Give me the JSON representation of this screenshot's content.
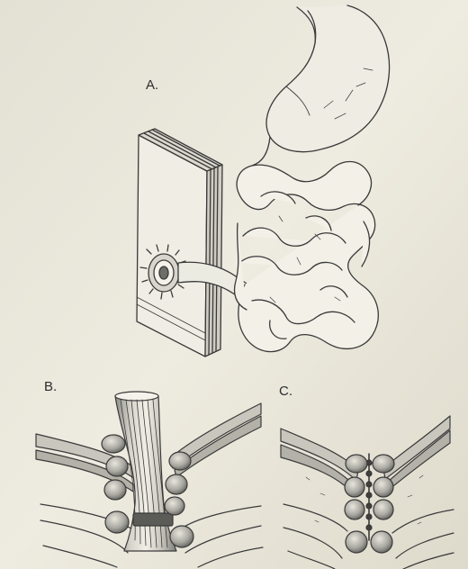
{
  "figure": {
    "labels": {
      "a": "A.",
      "b": "B.",
      "c": "C."
    }
  },
  "colors": {
    "paper": "#e9e6d9",
    "ink": "#3a3a3a",
    "shade": "#9a9a95",
    "light": "#f4f2ea"
  }
}
